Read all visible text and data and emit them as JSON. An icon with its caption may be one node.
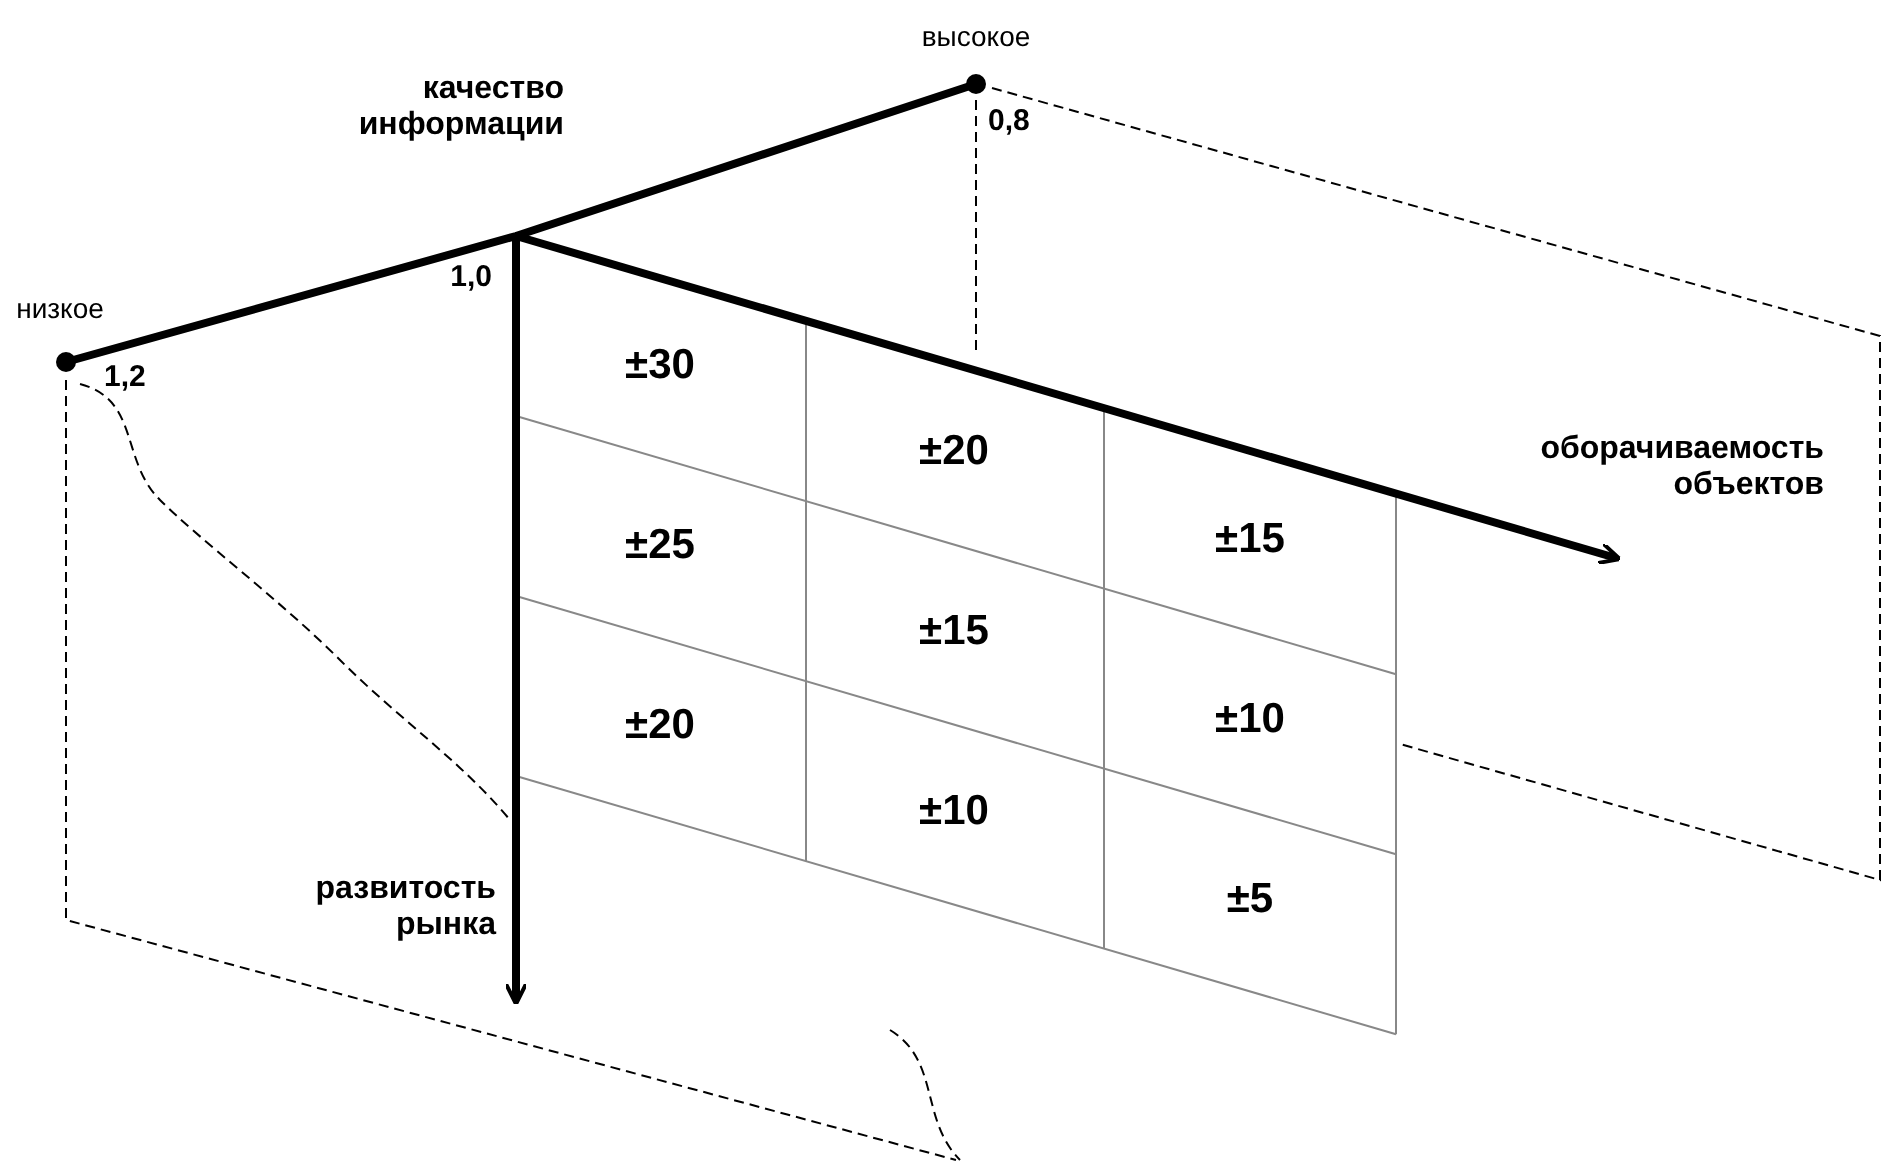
{
  "diagram": {
    "labels": [
      "высокое",
      "0,8",
      "качество информации",
      "низкое",
      "1,2",
      "1,0",
      "оборачиваемость объектов",
      "развитость рынка",
      "±30",
      "±20",
      "±15",
      "±25",
      "±15",
      "±10",
      "±20",
      "±10",
      "±5"
    ]
  }
}
